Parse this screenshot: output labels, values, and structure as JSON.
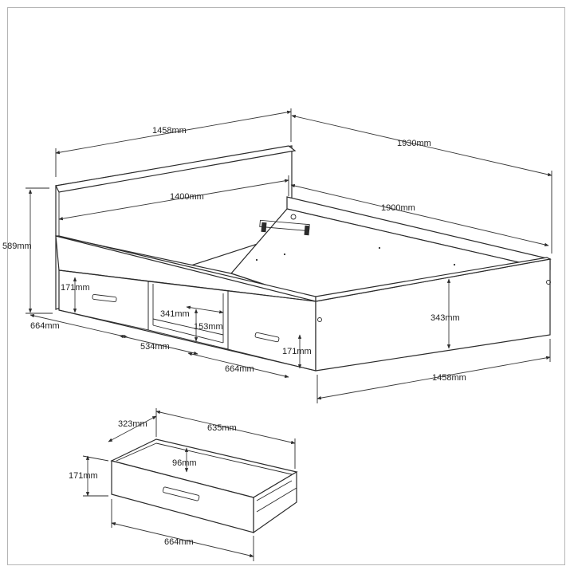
{
  "dimensions": {
    "bed_top_width": "1458mm",
    "bed_length": "1930mm",
    "inner_width": "1400mm",
    "inner_length": "1900mm",
    "total_height": "589mm",
    "drawer_height_left": "171mm",
    "left_drawer_width": "664mm",
    "niche_width": "341mm",
    "niche_height": "153mm",
    "niche_span": "534mm",
    "right_drawer_width": "664mm",
    "drawer_height_right": "171mm",
    "side_height": "343mm",
    "bed_front_width": "1458mm"
  },
  "drawer_detail": {
    "depth": "323mm",
    "length": "635mm",
    "inner_height": "96mm",
    "height": "171mm",
    "width": "664mm"
  }
}
